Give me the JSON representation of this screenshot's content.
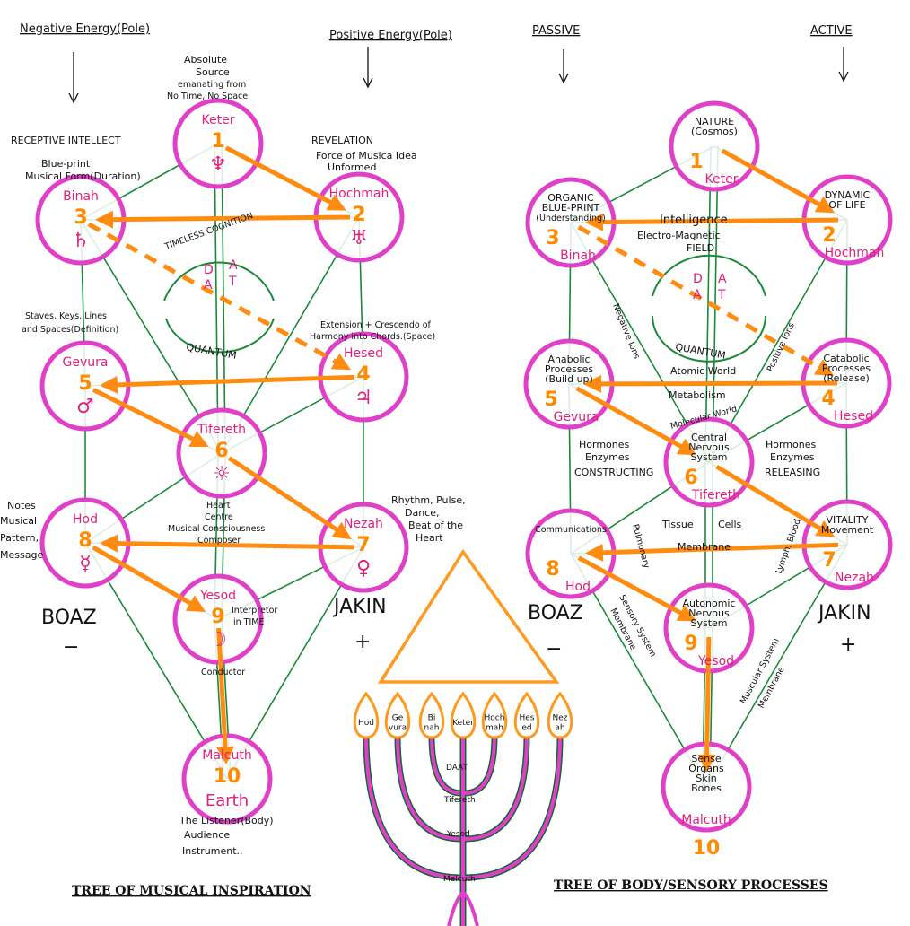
{
  "colors": {
    "sephira_circle": "#e040c8",
    "lightning": "#ff8c10",
    "paths": "#1a8a3a",
    "sephira_name": "#e0207a"
  },
  "left": {
    "header_negative": "Negative Energy(Pole)",
    "header_positive": "Positive Energy(Pole)",
    "nodes": [
      {
        "name": "Keter",
        "num": "1",
        "symbol": "♆"
      },
      {
        "name": "Hochmah",
        "num": "2",
        "symbol": "♅"
      },
      {
        "name": "Binah",
        "num": "3",
        "symbol": "♄"
      },
      {
        "name": "Hesed",
        "num": "4",
        "symbol": "♃"
      },
      {
        "name": "Gevura",
        "num": "5",
        "symbol": "♂"
      },
      {
        "name": "Tifereth",
        "num": "6",
        "symbol": "☼"
      },
      {
        "name": "Nezah",
        "num": "7",
        "symbol": "♀"
      },
      {
        "name": "Hod",
        "num": "8",
        "symbol": "☿"
      },
      {
        "name": "Yesod",
        "num": "9",
        "symbol": "☽"
      },
      {
        "name": "Malcuth",
        "num": "10",
        "symbol": "Earth"
      }
    ],
    "keter_note": [
      "Absolute",
      "Source",
      "emanating from",
      "No Time, No Space"
    ],
    "receptive": "RECEPTIVE INTELLECT",
    "binah_note": [
      "Blue-print",
      "Musical Form(Duration)"
    ],
    "revelation": "REVELATION",
    "hochmah_note": [
      "Force of Musica Idea",
      "Unformed"
    ],
    "timeless": "TIMELESS COGNITION",
    "daat_letters": [
      "D",
      "A",
      "A",
      "T"
    ],
    "quantum": "QUANTUM",
    "gevura_note": [
      "Staves, Keys, Lines",
      "and Spaces(Definition)"
    ],
    "hesed_note": [
      "Extension + Crescendo of",
      "Harmony into Chords.(Space)"
    ],
    "tifereth_note": [
      "Heart",
      "Centre",
      "Musical Consciousness",
      "Composer"
    ],
    "hod_note": [
      "Notes",
      "Musical",
      "Pattern,",
      "Message"
    ],
    "nezah_note": [
      "Rhythm, Pulse,",
      "Dance,",
      "Beat of the",
      "Heart"
    ],
    "yesod_note": [
      "Interpretor",
      "in TIME"
    ],
    "conductor": "Conductor",
    "malcuth_note": [
      "The Listener(Body)",
      "Audience",
      "Instrument.."
    ],
    "boaz": "BOAZ",
    "minus": "−",
    "jakin": "JAKIN",
    "plus": "+",
    "title": "TREE OF MUSICAL INSPIRATION"
  },
  "menorah": {
    "candles": [
      "Hod",
      "Ge vura",
      "Bi nah",
      "Keter",
      "Hoch mah",
      "Hes ed",
      "Nez ah"
    ],
    "stem": [
      "DAAT",
      "Tifereth",
      "Yesod",
      "Malcuth"
    ]
  },
  "right": {
    "header_passive": "PASSIVE",
    "header_active": "ACTIVE",
    "nodes": [
      {
        "name": "Keter",
        "num": "1",
        "lines": [
          "NATURE",
          "(Cosmos)"
        ]
      },
      {
        "name": "Hochmah",
        "num": "2",
        "lines": [
          "DYNAMIC",
          "OF LIFE"
        ]
      },
      {
        "name": "Binah",
        "num": "3",
        "lines": [
          "ORGANIC",
          "BLUE-PRINT",
          "(Understanding)"
        ]
      },
      {
        "name": "Hesed",
        "num": "4",
        "lines": [
          "Catabolic",
          "Processes",
          "(Release)"
        ]
      },
      {
        "name": "Gevura",
        "num": "5",
        "lines": [
          "Anabolic",
          "Processes",
          "(Build up)"
        ]
      },
      {
        "name": "Tifereth",
        "num": "6",
        "lines": [
          "Central",
          "Nervous",
          "System"
        ]
      },
      {
        "name": "Nezah",
        "num": "7",
        "lines": [
          "VITALITY",
          "Movement"
        ]
      },
      {
        "name": "Hod",
        "num": "8",
        "lines": [
          "Communications"
        ]
      },
      {
        "name": "Yesod",
        "num": "9",
        "lines": [
          "Autonomic",
          "Nervous",
          "System"
        ]
      },
      {
        "name": "Malcuth",
        "num": "10",
        "lines": [
          "Sense",
          "Organs",
          "Skin",
          "Bones"
        ]
      }
    ],
    "intelligence": "Intelligence",
    "field": [
      "Electro-Magnetic",
      "FIELD"
    ],
    "daat_letters": [
      "D",
      "A",
      "A",
      "T"
    ],
    "negative_ions": "Negative Ions",
    "positive_ions": "Positive Ions",
    "quantum": "QUANTUM",
    "atomic": "Atomic World",
    "metabolism": "Metabolism",
    "molecular": "Molecular World",
    "left_hormones": [
      "Hormones",
      "Enzymes",
      "CONSTRUCTING"
    ],
    "right_hormones": [
      "Hormones",
      "Enzymes",
      "RELEASING"
    ],
    "tissue": "Tissue",
    "cells": "Cells",
    "membrane": "Membrane",
    "pulmonary": "Pulmonary",
    "lymph": "Lymph, Blood",
    "sensory": [
      "Sensory System",
      "Membrane"
    ],
    "muscular": [
      "Muscular System",
      "Membrane"
    ],
    "boaz": "BOAZ",
    "minus": "−",
    "jakin": "JAKIN",
    "plus": "+",
    "title": "TREE OF BODY/SENSORY PROCESSES"
  }
}
